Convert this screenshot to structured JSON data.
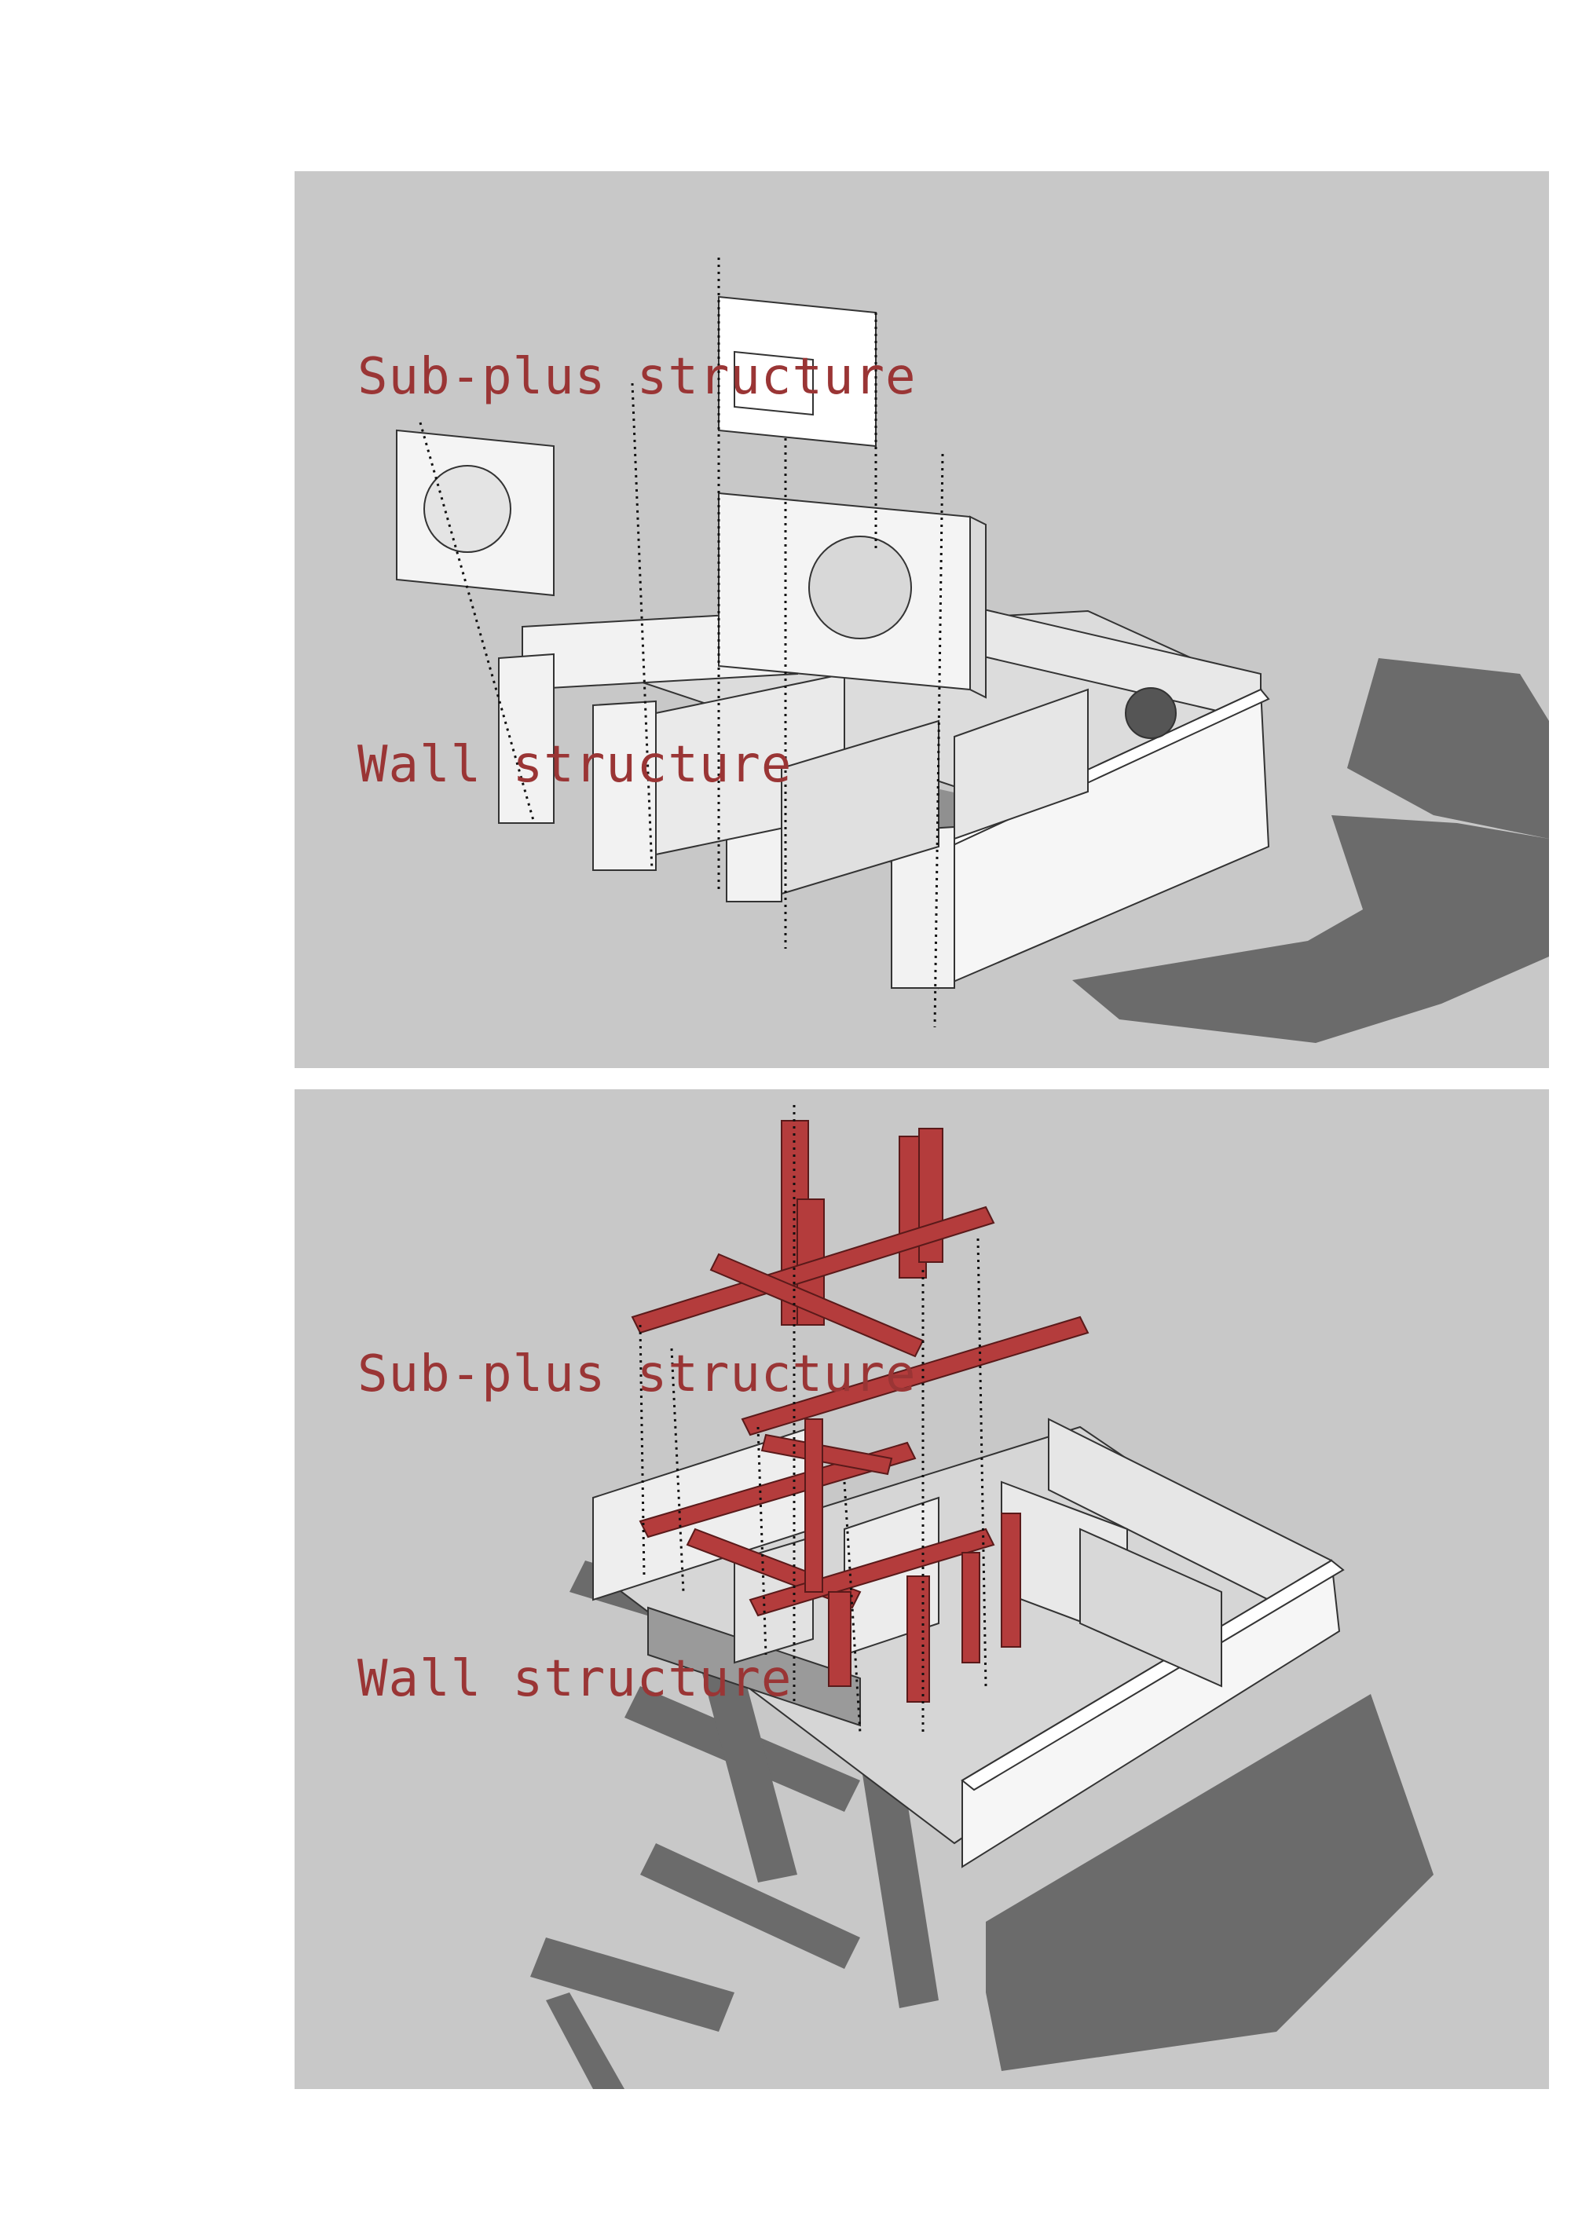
{
  "colors": {
    "label": "#9a3535",
    "panel_background": "#c8c8c8",
    "wall_fill": "#f2f2f2",
    "shadow": "#6b6b6b",
    "beam": "#b43c3c"
  },
  "top_panel": {
    "sub_label": "Sub-plus structure",
    "wall_label": "Wall structure"
  },
  "bottom_panel": {
    "sub_label": "Sub-plus structure",
    "wall_label": "Wall structure"
  }
}
